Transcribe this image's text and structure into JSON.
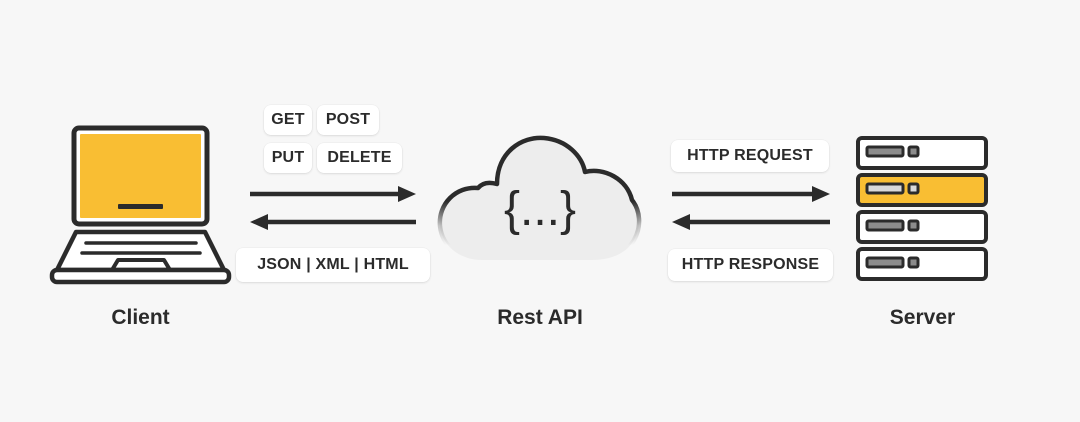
{
  "diagram": {
    "title": "REST API request/response flow between Client and Server",
    "background_color": "#F7F7F7",
    "accent_color": "#F9BE33",
    "stroke_color": "#2B2B2B",
    "cloud_fill": "#EDEDED"
  },
  "nodes": {
    "client": {
      "caption": "Client",
      "icon": "laptop-icon",
      "screen_color": "#F9BE33"
    },
    "rest_api": {
      "caption": "Rest API",
      "icon": "cloud-icon",
      "glyph": "{...}"
    },
    "server": {
      "caption": "Server",
      "icon": "server-stack-icon",
      "unit_count": 4,
      "highlighted_unit_index": 1,
      "highlight_color": "#F9BE33"
    }
  },
  "left_channel": {
    "methods": [
      "GET",
      "POST",
      "PUT",
      "DELETE"
    ],
    "request_arrow": "arrow-right",
    "response_arrow": "arrow-left",
    "response_formats": "JSON | XML | HTML"
  },
  "right_channel": {
    "request_label": "HTTP REQUEST",
    "request_arrow": "arrow-right",
    "response_arrow": "arrow-left",
    "response_label": "HTTP RESPONSE"
  }
}
